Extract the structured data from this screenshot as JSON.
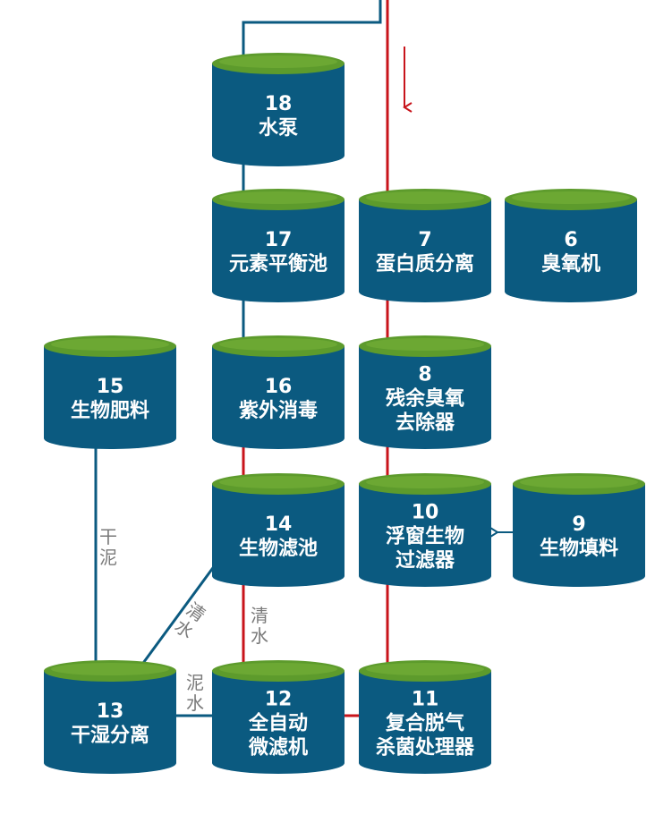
{
  "colors": {
    "tank_body": "#0b5a80",
    "tank_top": "#5d9b2c",
    "tank_top_highlight": "#78b23a",
    "line_blue": "#0b5a80",
    "line_red": "#c8141b",
    "edge_label": "#7a7a7a",
    "text": "#ffffff"
  },
  "nodes": [
    {
      "id": "n18",
      "number": "18",
      "lines": [
        "水泵"
      ]
    },
    {
      "id": "n17",
      "number": "17",
      "lines": [
        "元素平衡池"
      ]
    },
    {
      "id": "n7",
      "number": "7",
      "lines": [
        "蛋白质分离"
      ]
    },
    {
      "id": "n6",
      "number": "6",
      "lines": [
        "臭氧机"
      ]
    },
    {
      "id": "n15",
      "number": "15",
      "lines": [
        "生物肥料"
      ]
    },
    {
      "id": "n16",
      "number": "16",
      "lines": [
        "紫外消毒"
      ]
    },
    {
      "id": "n8",
      "number": "8",
      "lines": [
        "残余臭氧",
        "去除器"
      ]
    },
    {
      "id": "n14",
      "number": "14",
      "lines": [
        "生物滤池"
      ]
    },
    {
      "id": "n10",
      "number": "10",
      "lines": [
        "浮窗生物",
        "过滤器"
      ]
    },
    {
      "id": "n9",
      "number": "9",
      "lines": [
        "生物填料"
      ]
    },
    {
      "id": "n13",
      "number": "13",
      "lines": [
        "干湿分离"
      ]
    },
    {
      "id": "n12",
      "number": "12",
      "lines": [
        "全自动",
        "微滤机"
      ]
    },
    {
      "id": "n11",
      "number": "11",
      "lines": [
        "复合脱气",
        "杀菌处理器"
      ]
    }
  ],
  "edge_labels": {
    "dry_sludge": "干泥",
    "clear_water_diag": "清水",
    "clear_water_vert": "清水",
    "mud_water": "泥水"
  }
}
